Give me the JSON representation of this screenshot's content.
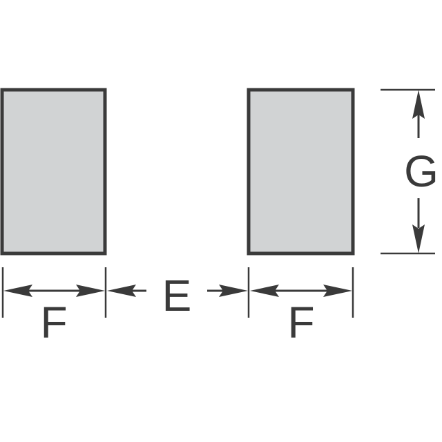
{
  "colors": {
    "pad_fill": "#d1d3d4",
    "pad_stroke": "#3a3a3a",
    "line": "#3a3a3a",
    "background": "#ffffff"
  },
  "labels": {
    "pad_width": "F",
    "pad_gap": "E",
    "pad_height": "G",
    "right_pad_width": "F"
  }
}
